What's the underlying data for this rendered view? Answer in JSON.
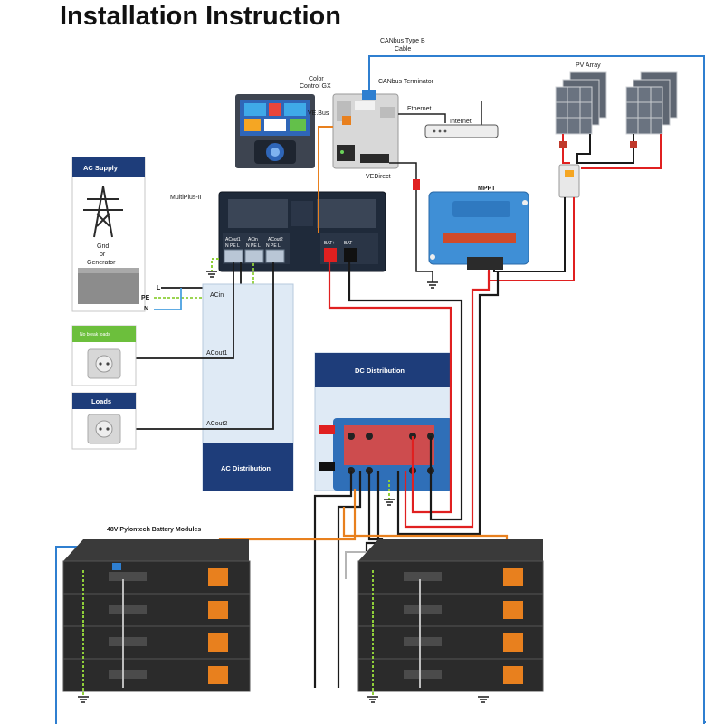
{
  "title": "Installation Instruction",
  "labels": {
    "canbus_cable_line1": "CANbus Type B",
    "canbus_cable_line2": "Cable",
    "canbus_terminator": "CANbus Terminator",
    "color_control_line1": "Color",
    "color_control_line2": "Control GX",
    "ve_bus": "VE.Bus",
    "ethernet": "Ethernet",
    "internet": "Internet",
    "vedirect": "VEDirect",
    "pv_array": "PV Array",
    "mppt": "MPPT",
    "multiplus": "MultiPlus-II",
    "ac_supply": "AC Supply",
    "grid_line1": "Grid",
    "grid_line2": "or",
    "grid_line3": "Generator",
    "no_break_loads": "No break loads",
    "loads": "Loads",
    "l": "L",
    "pe": "PE",
    "n": "N",
    "acin": "ACin",
    "acout1": "ACout1",
    "acout2": "ACout2",
    "ac_distribution": "AC Distribution",
    "dc_distribution": "DC Distribution",
    "battery_modules": "48V Pylontech Battery Modules",
    "mp_acout1": "ACout1",
    "mp_acin": "ACin",
    "mp_acout2": "ACout2",
    "npel_1": "N PE L",
    "npel_2": "N PE L",
    "npel_3": "N PE L",
    "bat_plus": "BAT+",
    "bat_minus": "BAT-"
  },
  "colors": {
    "canbus": "#2f7fd0",
    "positive": "#e02020",
    "negative": "#1a1a1a",
    "neutral": "#4aa0e0",
    "earth": "#8fcf3a",
    "vebus": "#e8801e",
    "navy": "#1e3d7a",
    "pale_blue": "#dfeaf5",
    "mppt_blue": "#3f8fd6"
  }
}
